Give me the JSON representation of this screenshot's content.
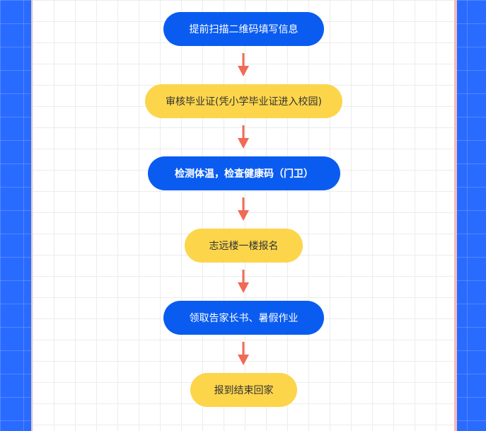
{
  "flowchart": {
    "steps": [
      {
        "label": "提前扫描二维码填写信息",
        "color": "blue"
      },
      {
        "label": "审核毕业证(凭小学毕业证进入校园)",
        "color": "yellow"
      },
      {
        "label": "检测体温，检查健康码（门卫）",
        "color": "blue"
      },
      {
        "label": "志远楼一楼报名",
        "color": "yellow"
      },
      {
        "label": "领取告家长书、暑假作业",
        "color": "blue"
      },
      {
        "label": "报到结束回家",
        "color": "yellow"
      }
    ]
  },
  "colors": {
    "blue_step": "#0a5cf0",
    "yellow_step": "#fcd54b",
    "arrow": "#f06a55",
    "page_background": "#2a6bff"
  }
}
